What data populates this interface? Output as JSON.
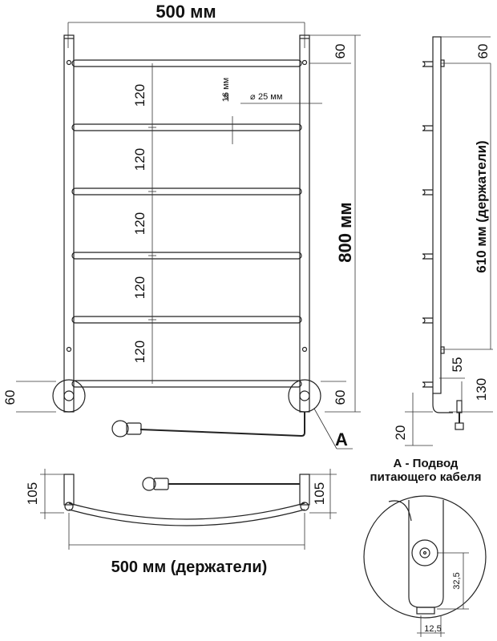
{
  "front": {
    "width_label": "500 мм",
    "height_label": "800 мм",
    "top_gap_label": "60",
    "spacings": [
      "120",
      "120",
      "120",
      "120",
      "120"
    ],
    "pipe_dia_label": "16 мм",
    "post_dia_label": "25 мм",
    "bottom_left_label": "60",
    "bottom_right_label": "60",
    "callout_letter": "A"
  },
  "side": {
    "top_label": "60",
    "holders_label": "610 мм (держатели)",
    "label_55": "55",
    "label_130": "130",
    "label_20": "20"
  },
  "top_view": {
    "width_label": "500 мм (держатели)",
    "left_depth": "105",
    "right_depth": "105"
  },
  "detail": {
    "caption_line1": "А - Подвод",
    "caption_line2": "питающего кабеля",
    "dim_vertical": "32,5",
    "dim_horizontal": "12,5"
  }
}
